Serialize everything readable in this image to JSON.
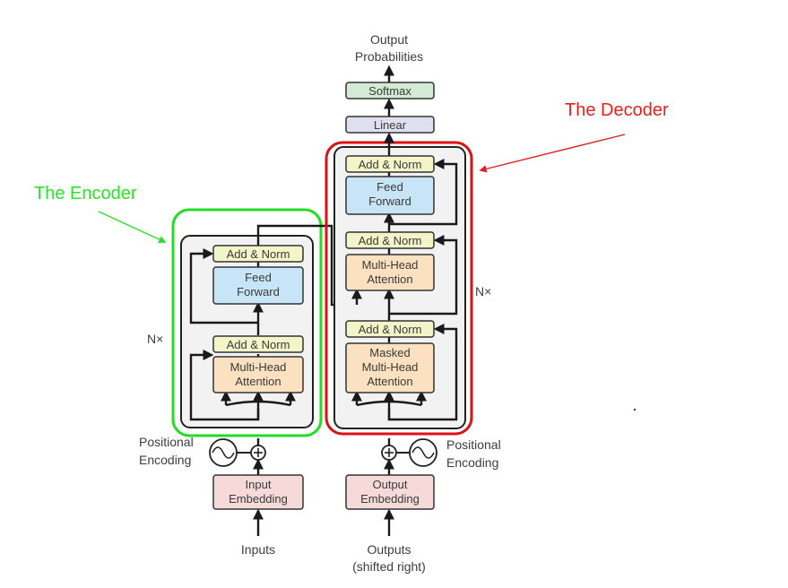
{
  "annotations": {
    "encoder_label": "The Encoder",
    "decoder_label": "The Decoder"
  },
  "encoder": {
    "nx": "N×",
    "add_norm_top": "Add & Norm",
    "feed_forward": [
      "Feed",
      "Forward"
    ],
    "add_norm_bottom": "Add & Norm",
    "attention": [
      "Multi-Head",
      "Attention"
    ],
    "positional": [
      "Positional",
      "Encoding"
    ],
    "embedding": [
      "Input",
      "Embedding"
    ],
    "inputs": "Inputs"
  },
  "decoder": {
    "nx": "N×",
    "add_norm_top": "Add & Norm",
    "feed_forward": [
      "Feed",
      "Forward"
    ],
    "add_norm_mid": "Add & Norm",
    "cross_attention": [
      "Multi-Head",
      "Attention"
    ],
    "add_norm_bottom": "Add & Norm",
    "masked_attention": [
      "Masked",
      "Multi-Head",
      "Attention"
    ],
    "positional": [
      "Positional",
      "Encoding"
    ],
    "embedding": [
      "Output",
      "Embedding"
    ],
    "outputs": [
      "Outputs",
      "(shifted right)"
    ]
  },
  "head": {
    "linear": "Linear",
    "softmax": "Softmax",
    "output": [
      "Output",
      "Probabilities"
    ]
  },
  "colors": {
    "add_norm": "#f3f4c8",
    "feed_forward": "#c8e5f7",
    "attention": "#fbe1c0",
    "embedding": "#f6dada",
    "linear": "#dfe0ef",
    "softmax": "#d3ead5",
    "encoder_highlight": "#22dd22",
    "decoder_highlight": "#dd1111"
  }
}
